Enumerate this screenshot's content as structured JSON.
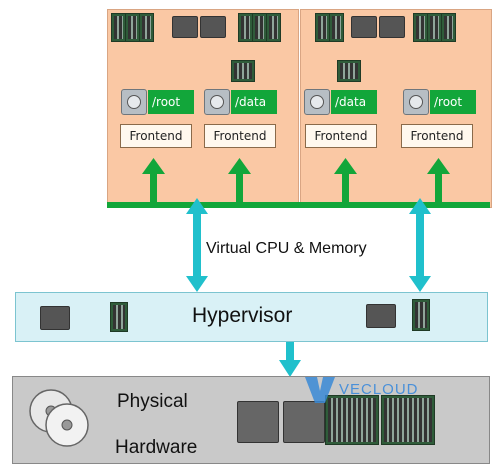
{
  "vms": [
    {
      "disks": [
        "/root",
        "/data"
      ],
      "frontends": [
        "Frontend",
        "Frontend"
      ]
    },
    {
      "disks": [
        "/data",
        "/root"
      ],
      "frontends": [
        "Frontend",
        "Frontend"
      ]
    }
  ],
  "labels": {
    "virtual": "Virtual CPU & Memory",
    "hypervisor": "Hypervisor",
    "physical_line1": "Physical",
    "physical_line2": "Hardware",
    "watermark": "VECLOUD"
  },
  "colors": {
    "vm_bg": "#fac8a4",
    "green_arrow": "#12a63a",
    "cyan_arrow": "#20c0cc",
    "hypervisor_bg": "#d9f1f6",
    "hardware_bg": "#c9c9c9"
  }
}
